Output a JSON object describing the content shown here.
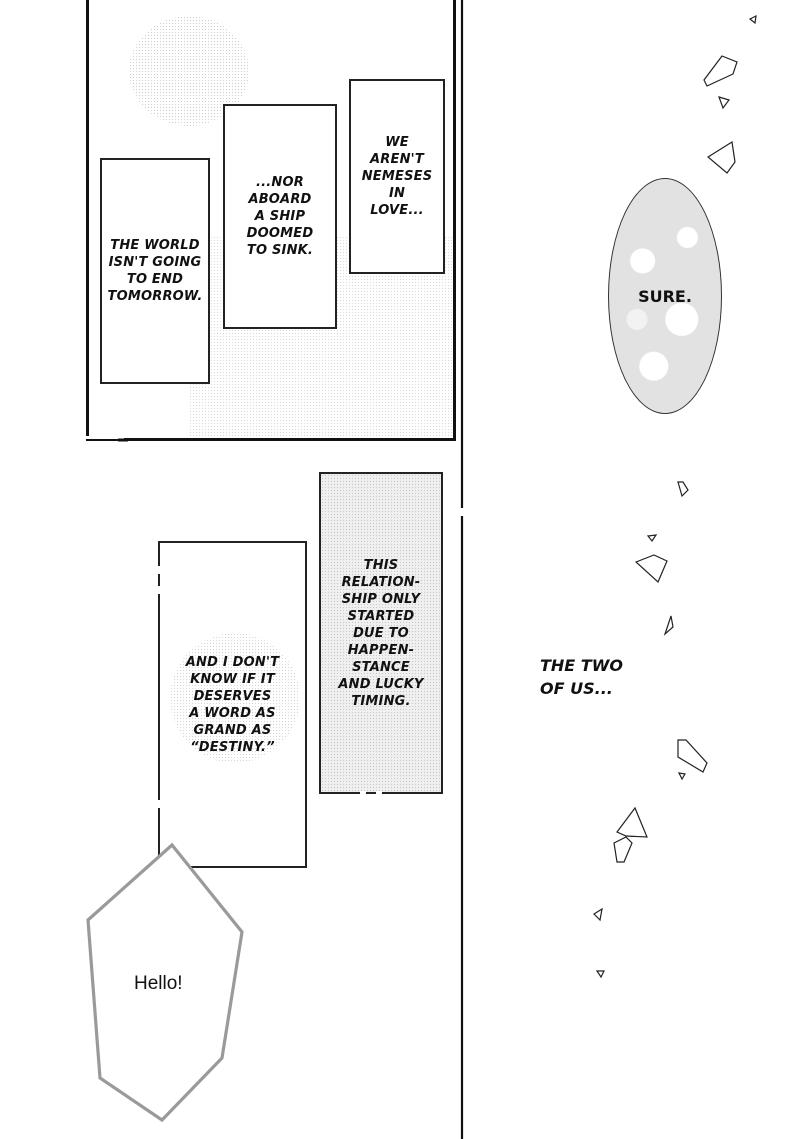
{
  "page": {
    "background": "#ffffff",
    "ink": "#111111"
  },
  "top_panel": {
    "captions": [
      {
        "id": "caption-world",
        "text": "The world\nisn't going\nto end\ntomorrow."
      },
      {
        "id": "caption-ship",
        "text": "...Nor\naboard\na ship\ndoomed\nto sink."
      },
      {
        "id": "caption-nemeses",
        "text": "We\naren't\nnemeses\nin\nlove..."
      }
    ]
  },
  "middle_panel": {
    "captions": [
      {
        "id": "caption-destiny",
        "text": "And I don't\nknow if it\ndeserves\na word as\ngrand as\n“Destiny.”"
      },
      {
        "id": "caption-relationship",
        "text": "This\nrelation-\nship only\nstarted\ndue to\nhappen-\nstance\nand lucky\ntiming."
      }
    ]
  },
  "right_panel": {
    "speech_bubble": {
      "text": "SURE."
    },
    "narration": {
      "text": "THE TWO\nOF US..."
    }
  },
  "overlay_bubble": {
    "text": "Hello!",
    "stroke_color": "#9a9a9a"
  },
  "decorations": {
    "shard_icons": 16
  }
}
